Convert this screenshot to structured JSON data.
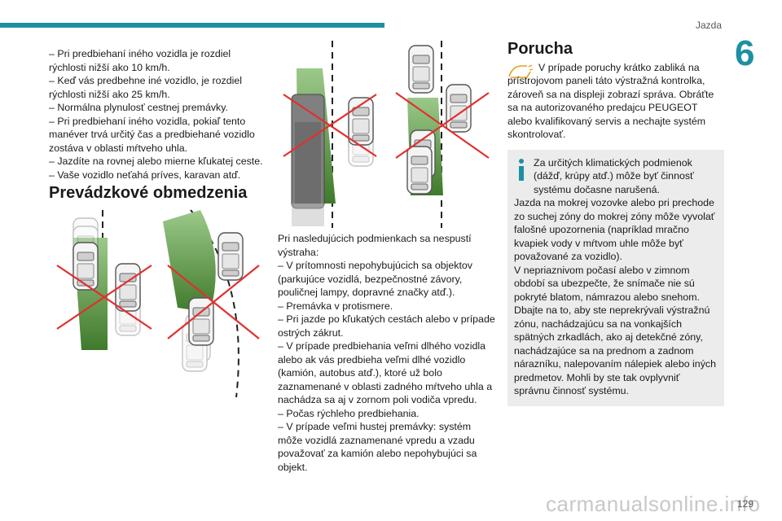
{
  "header": {
    "section_label": "Jazda",
    "chapter_number": "6"
  },
  "column1": {
    "lines": [
      "– Pri predbiehaní iného vozidla je rozdiel rýchlosti nižší ako 10 km/h.",
      "– Keď vás predbehne iné vozidlo, je rozdiel rýchlosti nižší ako 25 km/h.",
      "– Normálna plynulosť cestnej premávky.",
      "– Pri predbiehaní iného vozidla, pokiaľ tento manéver trvá určitý čas a predbiehané vozidlo zostáva v oblasti mŕtveho uhla.",
      "– Jazdíte na rovnej alebo mierne kľukatej ceste.",
      "– Vaše vozidlo neťahá príves, karavan atď."
    ],
    "heading": "Prevádzkové obmedzenia"
  },
  "column2": {
    "intro": "Pri nasledujúcich podmienkach sa nespustí výstraha:",
    "lines": [
      "– V prítomnosti nepohybujúcich sa objektov (parkujúce vozidlá, bezpečnostné závory, pouličnej lampy, dopravné značky atď.).",
      "– Premávka v protismere.",
      "– Pri jazde po kľukatých cestách alebo v prípade ostrých zákrut.",
      "– V prípade predbiehania veľmi dlhého vozidla alebo ak vás predbieha veľmi dlhé vozidlo (kamión, autobus atď.), ktoré už bolo zaznamenané v oblasti zadného mŕtveho uhla a nachádza sa aj v zornom poli vodiča vpredu.",
      "– Počas rýchleho predbiehania.",
      "– V prípade veľmi hustej premávky: systém môže vozidlá zaznamenané vpredu a vzadu považovať za kamión alebo nepohybujúci sa objekt."
    ]
  },
  "column3": {
    "heading": "Porucha",
    "warning_text": "V prípade poruchy krátko zabliká na prístrojovom paneli táto výstražná kontrolka, zároveň sa na displeji zobrazí správa. Obráťte sa na autorizovaného predajcu PEUGEOT alebo kvalifikovaný servis a nechajte systém skontrolovať.",
    "info_paragraphs": [
      "Za určitých klimatických podmienok (dážď, krúpy atď.) môže byť činnosť systému dočasne narušená.",
      "Jazda na mokrej vozovke alebo pri prechode zo suchej zóny do mokrej zóny môže vyvolať falošné upozornenia (napríklad mračno kvapiek vody v mŕtvom uhle môže byť považované za vozidlo).",
      "V nepriaznivom počasí alebo v zimnom období sa ubezpečte, že snímače nie sú pokryté blatom, námrazou alebo snehom. Dbajte na to, aby ste neprekrývali výstražnú zónu, nachádzajúcu sa na vonkajších spätných zrkadlách, ako aj detekčné zóny, nachádzajúce sa na prednom a zadnom nárazníku, nalepovaním nálepiek alebo iných predmetov. Mohli by ste tak ovplyvniť správnu činnosť systému."
    ]
  },
  "footer": {
    "page_number": "129",
    "watermark": "carmanualsonline.info"
  },
  "colors": {
    "accent": "#1f8fa3",
    "zone_green": "#6aa84f",
    "cross_red": "#e03030",
    "info_bg": "#ececec"
  },
  "icons": {
    "warning": "blind-spot-warning-icon",
    "info": "info-icon"
  }
}
